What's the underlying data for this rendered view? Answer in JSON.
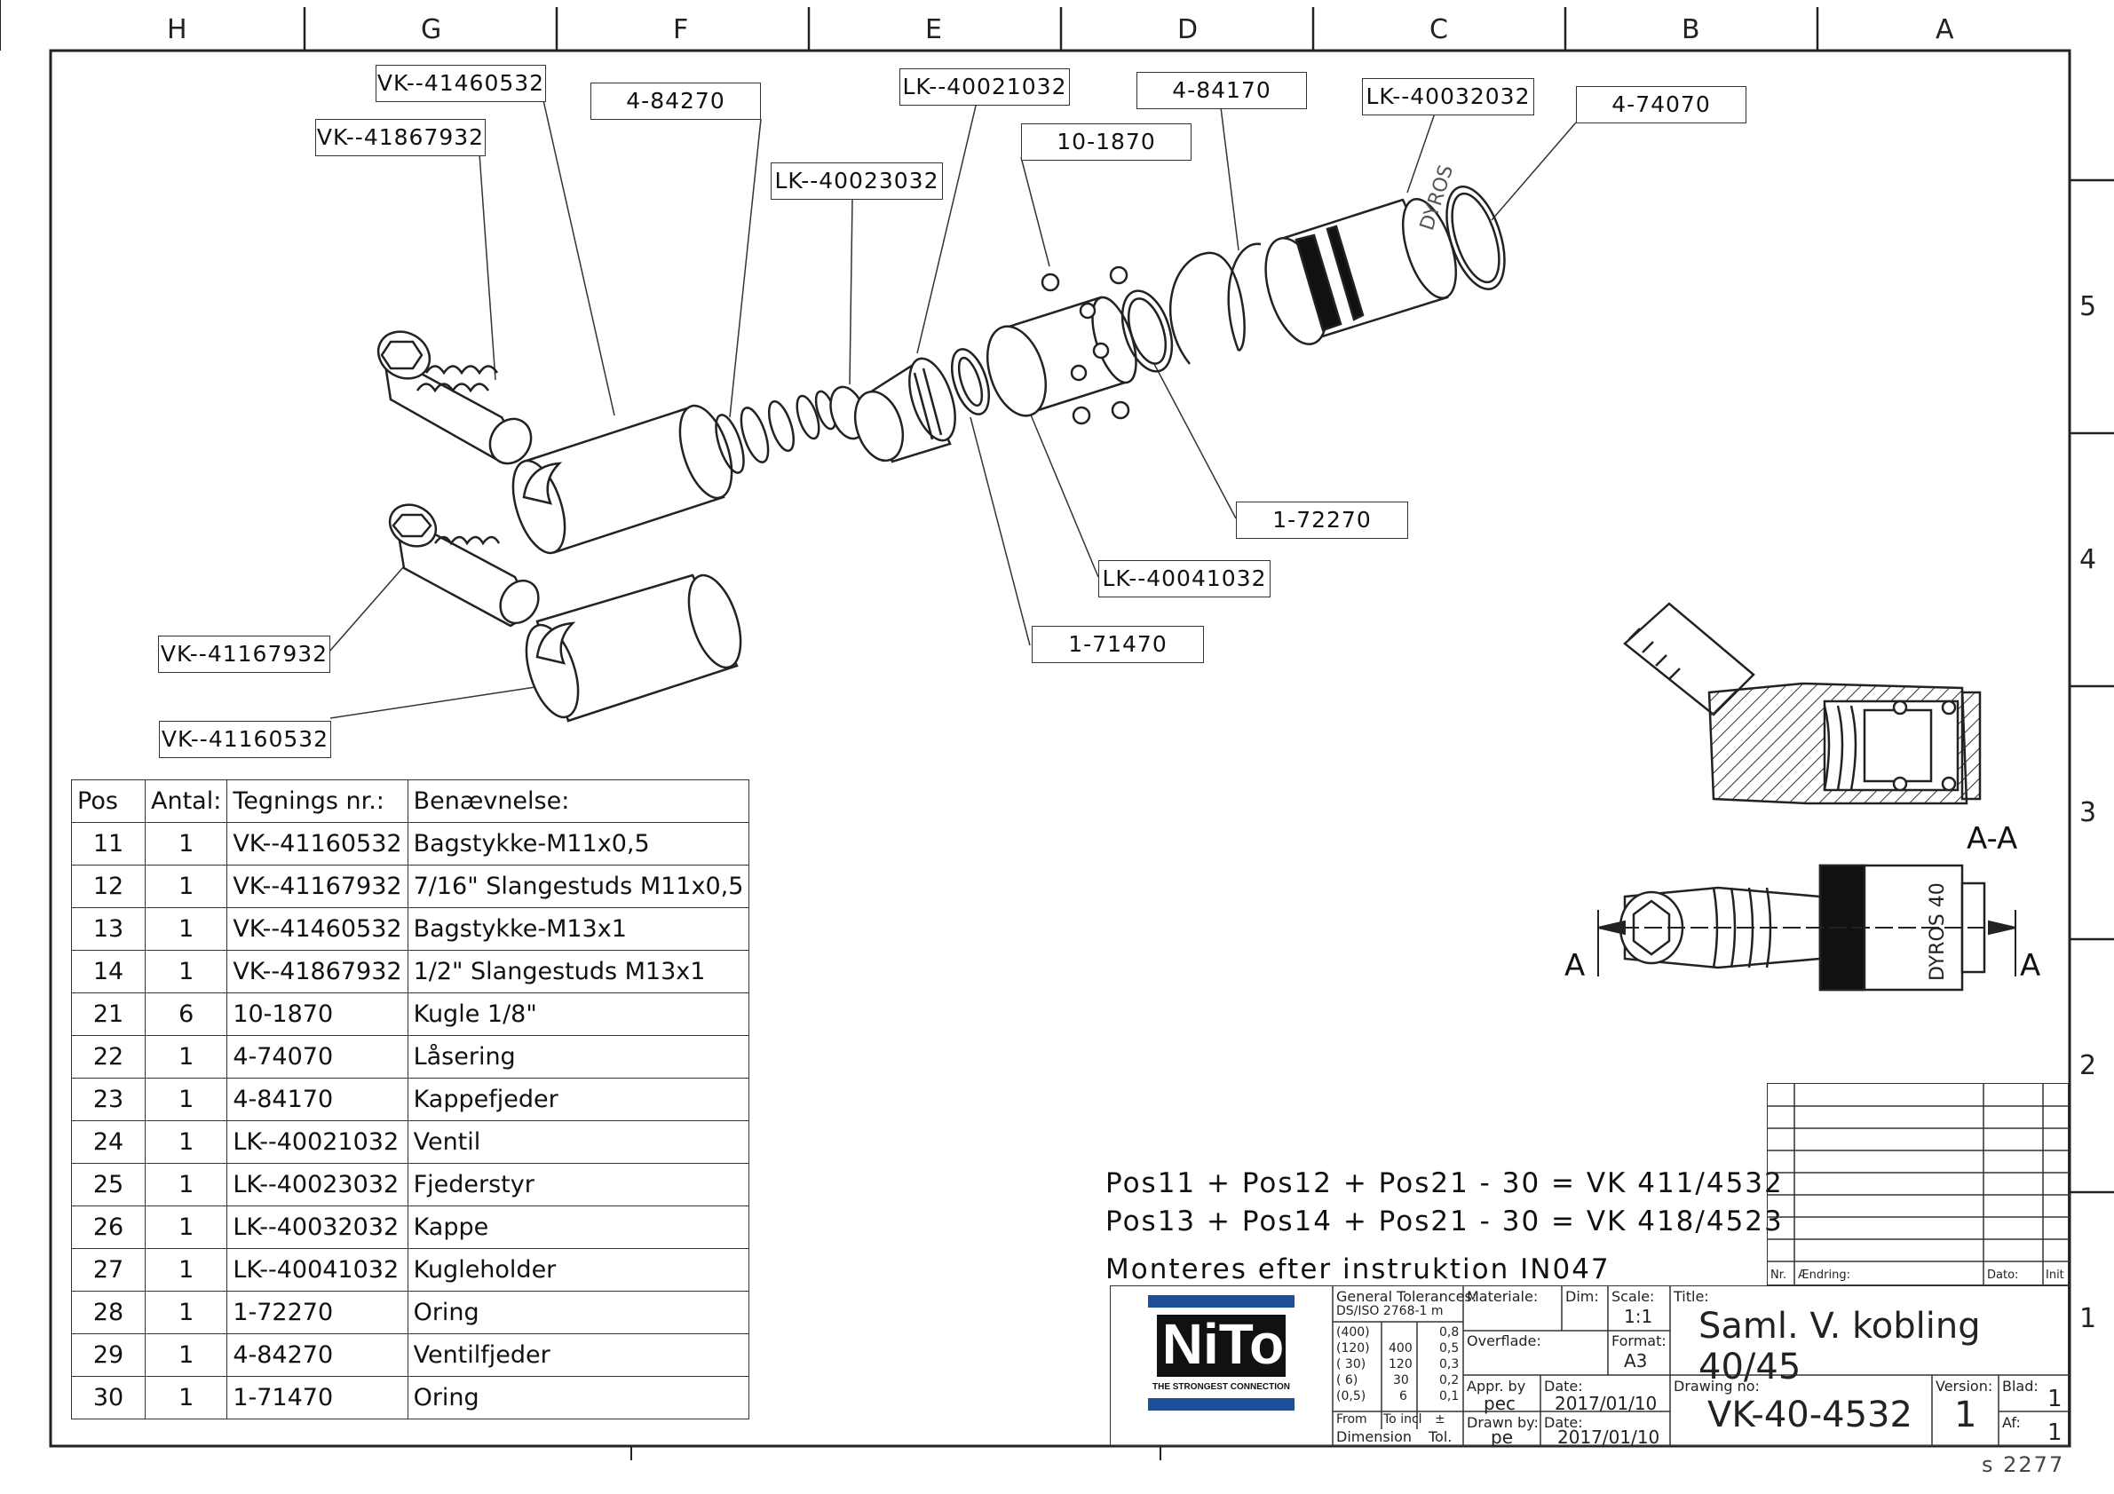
{
  "zones_top": [
    "H",
    "G",
    "F",
    "E",
    "D",
    "C",
    "B",
    "A"
  ],
  "zones_side": [
    "5",
    "4",
    "3",
    "2",
    "1"
  ],
  "callouts": [
    {
      "id": "vk41460532",
      "text": "VK--41460532"
    },
    {
      "id": "vk41867932",
      "text": "VK--41867932"
    },
    {
      "id": "p484270",
      "text": "4-84270"
    },
    {
      "id": "lk40021032",
      "text": "LK--40021032"
    },
    {
      "id": "lk40023032",
      "text": "LK--40023032"
    },
    {
      "id": "p101870",
      "text": "10-1870"
    },
    {
      "id": "p484170",
      "text": "4-84170"
    },
    {
      "id": "lk40032032",
      "text": "LK--40032032"
    },
    {
      "id": "p474070",
      "text": "4-74070"
    },
    {
      "id": "p172270",
      "text": "1-72270"
    },
    {
      "id": "lk40041032",
      "text": "LK--40041032"
    },
    {
      "id": "p171470",
      "text": "1-71470"
    },
    {
      "id": "vk41167932",
      "text": "VK--41167932"
    },
    {
      "id": "vk41160532",
      "text": "VK--41160532"
    }
  ],
  "body_text": {
    "dyros": "DYROS",
    "dyros40": "DYROS 40"
  },
  "section": {
    "title": "A-A",
    "arrow_left": "A",
    "arrow_right": "A"
  },
  "bom": {
    "headers": [
      "Pos",
      "Antal:",
      "Tegnings nr.:",
      "Benævnelse:"
    ],
    "rows": [
      [
        "11",
        "1",
        "VK--41160532",
        "Bagstykke-M11x0,5"
      ],
      [
        "12",
        "1",
        "VK--41167932",
        "7/16\" Slangestuds M11x0,5"
      ],
      [
        "13",
        "1",
        "VK--41460532",
        "Bagstykke-M13x1"
      ],
      [
        "14",
        "1",
        "VK--41867932",
        "1/2\" Slangestuds M13x1"
      ],
      [
        "21",
        "6",
        "10-1870",
        "Kugle 1/8\""
      ],
      [
        "22",
        "1",
        "4-74070",
        "Låsering"
      ],
      [
        "23",
        "1",
        "4-84170",
        "Kappefjeder"
      ],
      [
        "24",
        "1",
        "LK--40021032",
        "Ventil"
      ],
      [
        "25",
        "1",
        "LK--40023032",
        "Fjederstyr"
      ],
      [
        "26",
        "1",
        "LK--40032032",
        "Kappe"
      ],
      [
        "27",
        "1",
        "LK--40041032",
        "Kugleholder"
      ],
      [
        "28",
        "1",
        "1-72270",
        "Oring"
      ],
      [
        "29",
        "1",
        "4-84270",
        "Ventilfjeder"
      ],
      [
        "30",
        "1",
        "1-71470",
        "Oring"
      ]
    ]
  },
  "assembly_notes": [
    "Pos11 + Pos12 + Pos21 - 30 = VK 411/4532",
    "Pos13 + Pos14 + Pos21 - 30 = VK 418/4523",
    "Monteres efter instruktion IN047"
  ],
  "revision": {
    "nr": "Nr.",
    "change": "Ændring:",
    "date": "Dato:",
    "init": "Init"
  },
  "titleblock": {
    "logo": "NiTo",
    "logo_tag": "THE STRONGEST CONNECTION",
    "tol_label": "General Tolerances:",
    "tol_std": "DS/ISO 2768-1 m",
    "tol_rows": [
      [
        "(400)",
        "",
        "0,8"
      ],
      [
        "(120)",
        "400",
        "0,5"
      ],
      [
        "( 30)",
        "120",
        "0,3"
      ],
      [
        "(  6)",
        "30",
        "0,2"
      ],
      [
        "(0,5)",
        "6",
        "0,1"
      ]
    ],
    "from": "From",
    "to_incl": "To incl",
    "pm": "±",
    "dimension": "Dimension",
    "tol": "Tol.",
    "material": "Materiale:",
    "dim": "Dim:",
    "scale_label": "Scale:",
    "scale": "1:1",
    "surface": "Overflade:",
    "format_label": "Format:",
    "format": "A3",
    "appr_label": "Appr. by",
    "appr": "pec",
    "date_label": "Date:",
    "appr_date": "2017/01/10",
    "drawn_label": "Drawn by:",
    "drawn": "pe",
    "drawn_date": "2017/01/10",
    "title_label": "Title:",
    "title": "Saml. V. kobling 40/45",
    "drawing_label": "Drawing no:",
    "drawing_no": "VK-40-4532",
    "version_label": "Version:",
    "version": "1",
    "sheet_label": "Blad:",
    "sheet": "1",
    "of_label": "Af:",
    "of": "1"
  },
  "corner_code": "s 2277"
}
